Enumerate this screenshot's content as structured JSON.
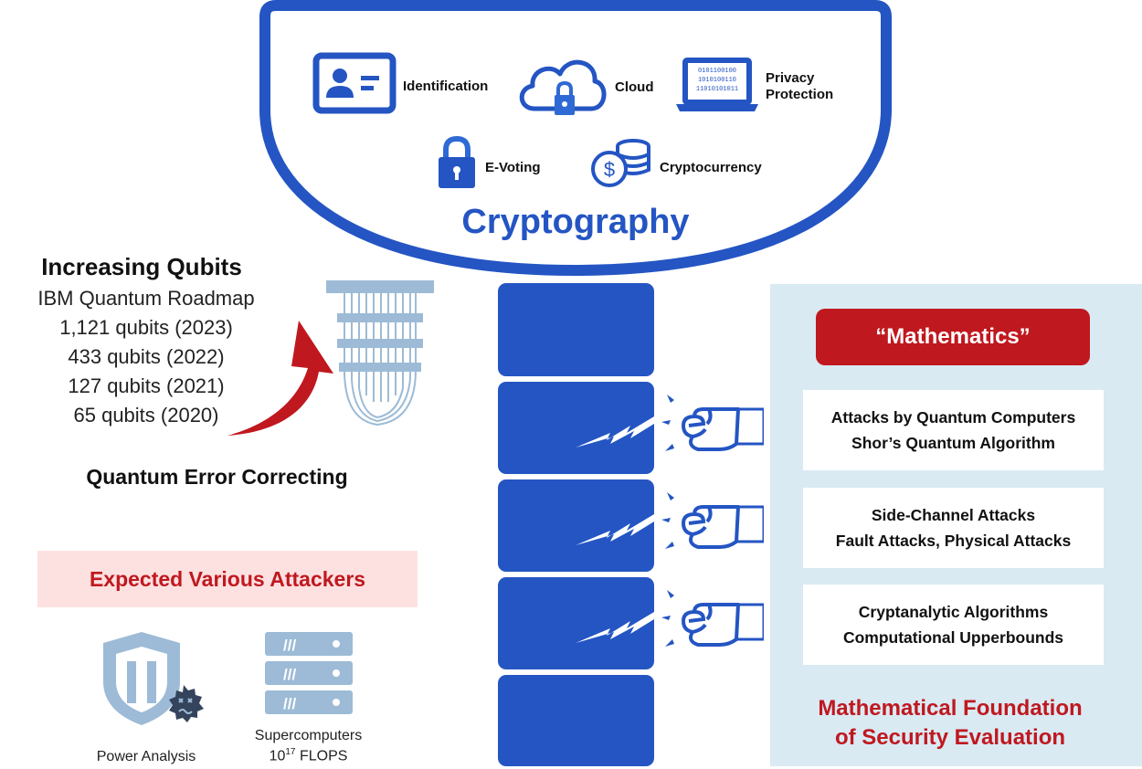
{
  "cryptography": {
    "title": "Cryptography",
    "apps": {
      "identification": "Identification",
      "cloud": "Cloud",
      "privacy_line1": "Privacy",
      "privacy_line2": "Protection",
      "evoting": "E-Voting",
      "cryptocurrency": "Cryptocurrency",
      "laptop_bits": [
        "0101100100",
        "1010100110",
        "11010101011"
      ]
    }
  },
  "qubits": {
    "heading": "Increasing Qubits",
    "roadmap": "IBM Quantum Roadmap",
    "milestones": [
      "1,121 qubits (2023)",
      "433 qubits (2022)",
      "127 qubits (2021)",
      "65 qubits (2020)"
    ],
    "error_correcting": "Quantum Error Correcting"
  },
  "attackers": {
    "banner": "Expected Various Attackers",
    "power_analysis": "Power Analysis",
    "supercomputers": "Supercomputers",
    "flops_base": "10",
    "flops_exp": "17",
    "flops_unit": " FLOPS",
    "rack_slashes": "///"
  },
  "math_panel": {
    "badge": "“Mathematics”",
    "boxes": [
      {
        "line1": "Attacks by Quantum Computers",
        "line2": "Shor’s Quantum Algorithm"
      },
      {
        "line1": "Side-Channel Attacks",
        "line2": "Fault Attacks, Physical Attacks"
      },
      {
        "line1": "Cryptanalytic Algorithms",
        "line2": "Computational Upperbounds"
      }
    ],
    "foundation_line1": "Mathematical Foundation",
    "foundation_line2": "of Security Evaluation"
  },
  "colors": {
    "brand_blue": "#2455c3",
    "alert_red": "#c0181f",
    "panel_bg": "#d9eaf3",
    "banner_bg": "#fde1e1",
    "steel": "#9dbbd6"
  }
}
